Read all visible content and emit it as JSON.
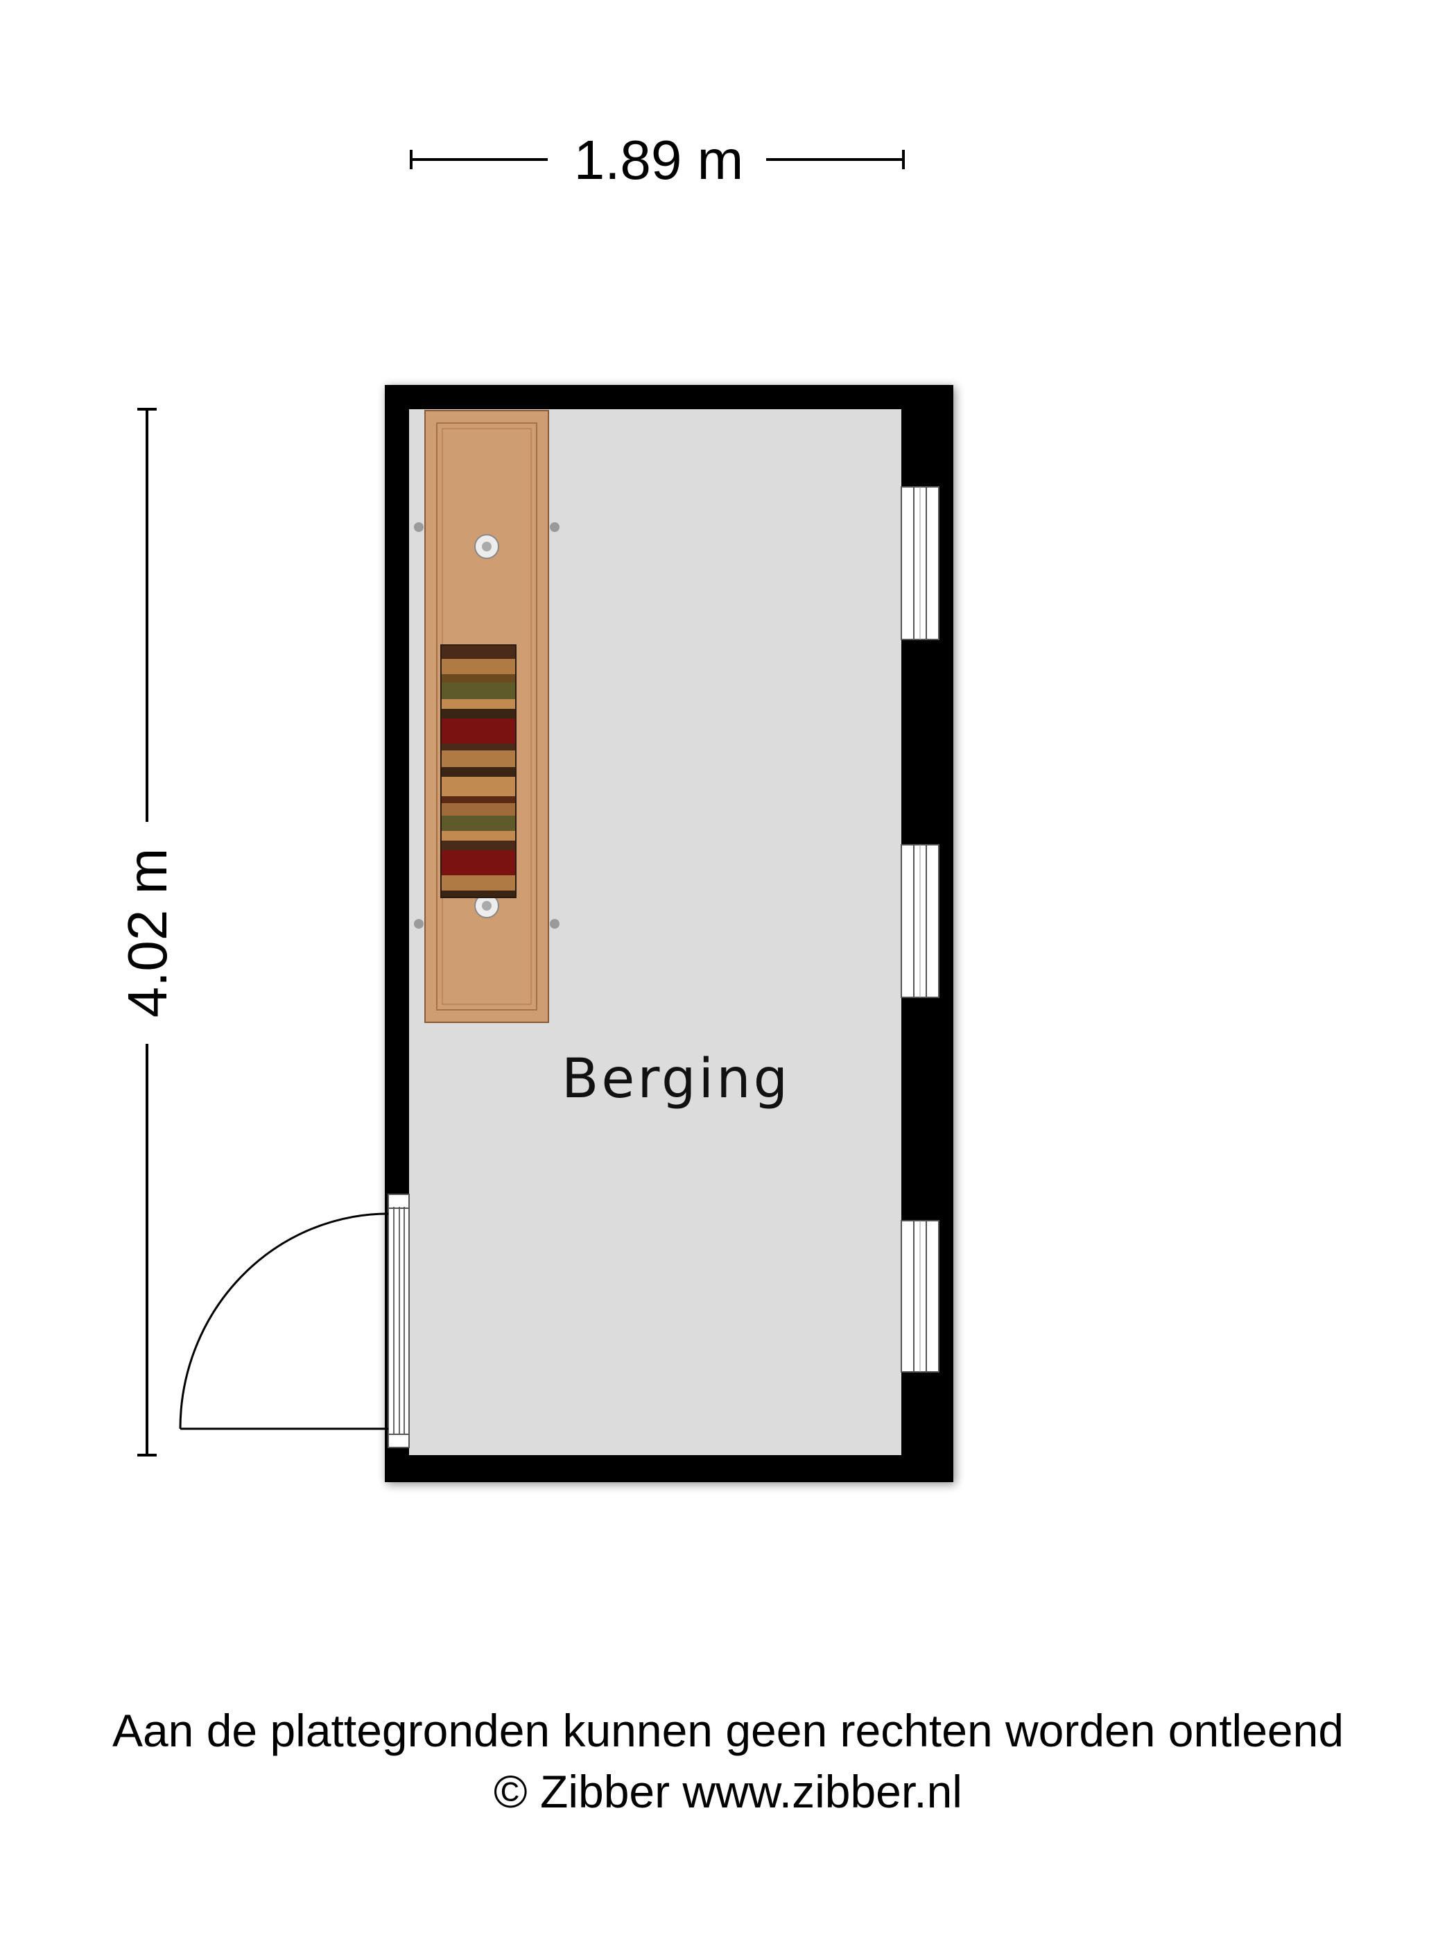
{
  "dimensions": {
    "width_label": "1.89 m",
    "height_label": "4.02 m"
  },
  "room": {
    "label": "Berging"
  },
  "footer": {
    "disclaimer": "Aan de plattegronden kunnen geen rechten worden ontleend",
    "credit": "© Zibber www.zibber.nl"
  },
  "colors": {
    "wall": "#000000",
    "floor": "#dcdcdc",
    "cabinet": "#cf9d72",
    "window": "#ffffff"
  }
}
